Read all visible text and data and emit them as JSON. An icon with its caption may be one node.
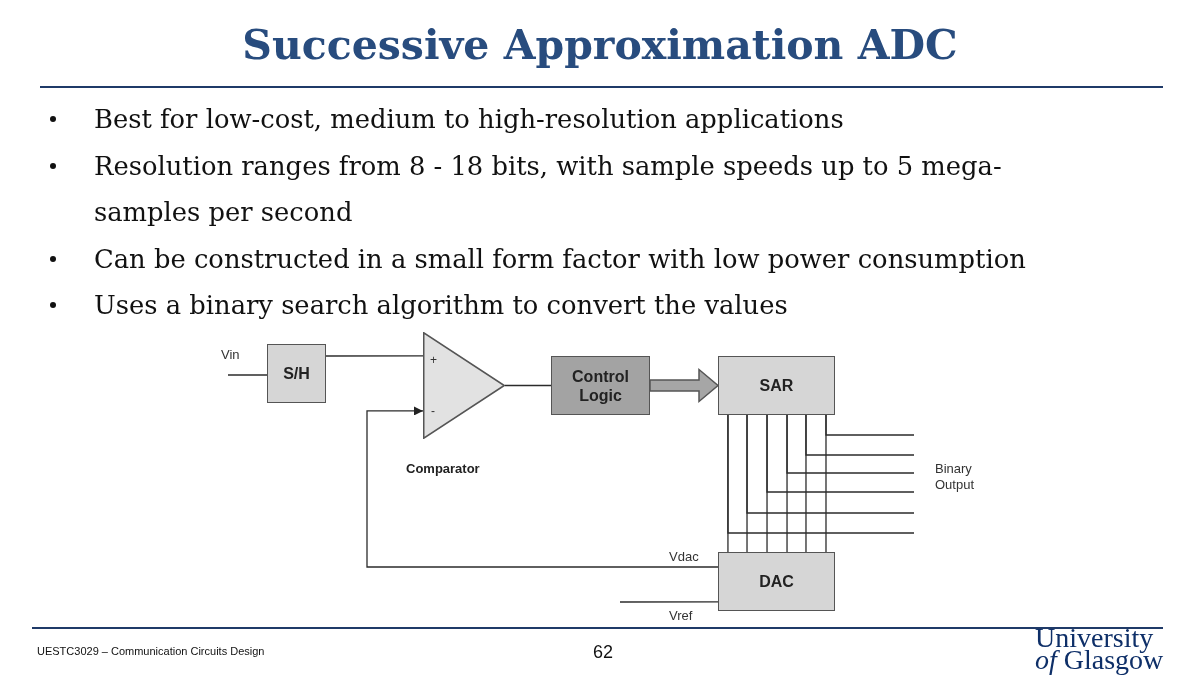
{
  "diagram": {
    "title": "Successive Approximation ADC",
    "nodes": [
      {
        "text": [
          "S/H"
        ]
      },
      {
        "text": [
          "+",
          "-"
        ],
        "beside": [
          "Comparator"
        ]
      },
      {
        "text": [
          "Control Logic"
        ]
      },
      {
        "text": [
          "SAR"
        ]
      },
      {
        "text": [
          "DAC"
        ]
      }
    ],
    "edges": [
      {
        "from": null,
        "to": 0,
        "arrow": "none",
        "label": "Vin"
      },
      {
        "from": 0,
        "to": 1,
        "arrow": "none"
      },
      {
        "from": 1,
        "to": 2,
        "arrow": "none"
      },
      {
        "from": 2,
        "to": 3,
        "arrow": "to",
        "style": "thick"
      },
      {
        "from": 3,
        "to": 4,
        "arrow": "none"
      },
      {
        "from": 3,
        "to": 4,
        "arrow": "none"
      },
      {
        "from": 3,
        "to": 4,
        "arrow": "none"
      },
      {
        "from": 3,
        "to": 4,
        "arrow": "none"
      },
      {
        "from": 3,
        "to": 4,
        "arrow": "none"
      },
      {
        "from": 3,
        "to": 4,
        "arrow": "none"
      },
      {
        "from": 3,
        "to": null,
        "arrow": "none"
      },
      {
        "from": 3,
        "to": null,
        "arrow": "none"
      },
      {
        "from": 3,
        "to": null,
        "arrow": "none"
      },
      {
        "from": 3,
        "to": null,
        "arrow": "none"
      },
      {
        "from": 3,
        "to": null,
        "arrow": "none"
      },
      {
        "from": 3,
        "to": null,
        "arrow": "none"
      },
      {
        "from": 4,
        "to": 1,
        "arrow": "to",
        "label": "Vdac"
      },
      {
        "from": null,
        "to": 4,
        "arrow": "none",
        "label": "Vref"
      }
    ],
    "labels": [
      "Best for low-cost, medium to high-resolution applications",
      "Resolution ranges from 8 - 18 bits, with sample speeds up to 5 mega-samples per second",
      "Can be constructed in a small form factor with low power consumption",
      "Uses a binary search algorithm to convert the values",
      "Binary Output",
      "UESTC3029 – Communication Circuits Design",
      "62",
      "University *of* Glasgow"
    ]
  }
}
